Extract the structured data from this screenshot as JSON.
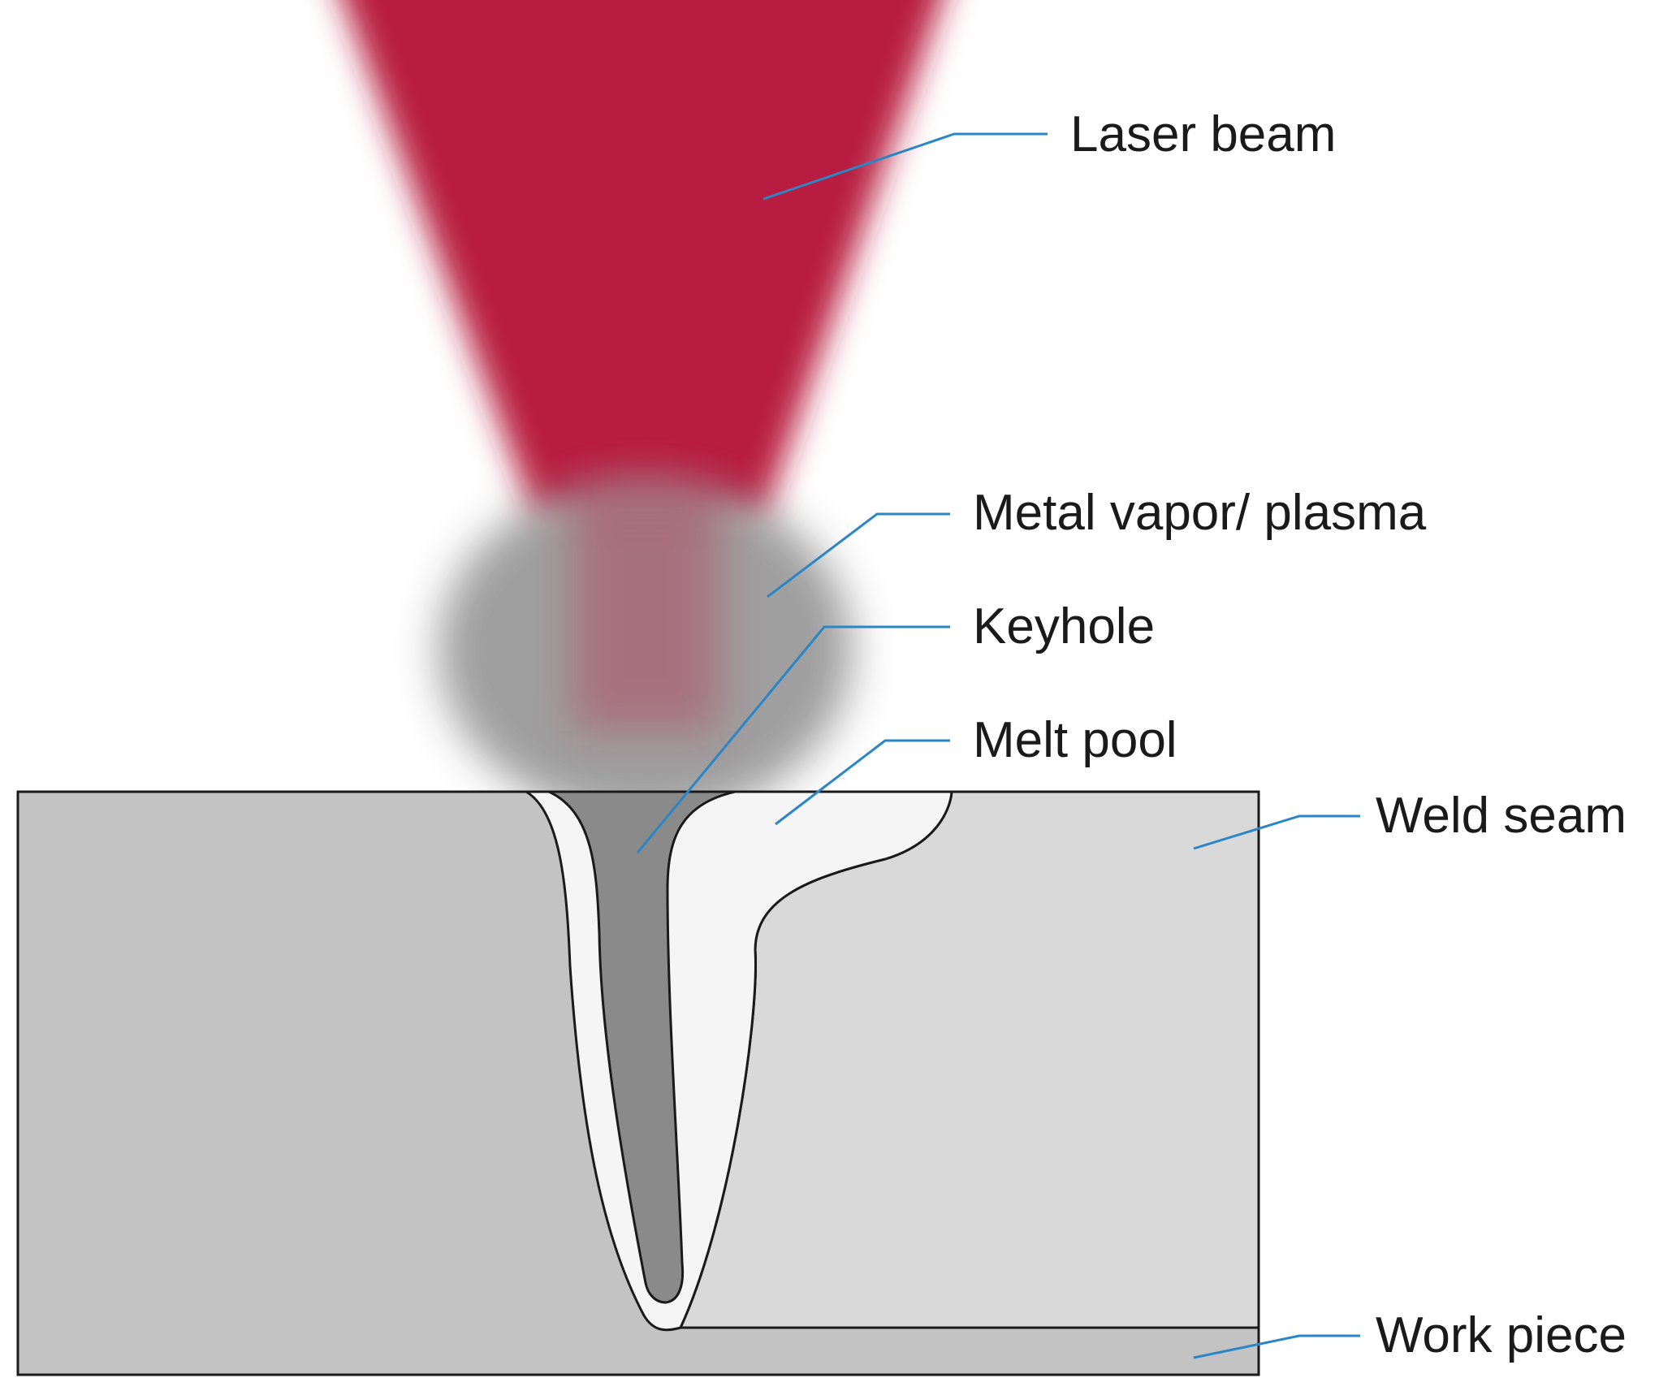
{
  "labels": {
    "laser_beam": "Laser beam",
    "metal_vapor": "Metal vapor/ plasma",
    "keyhole": "Keyhole",
    "melt_pool": "Melt pool",
    "weld_seam": "Weld seam",
    "work_piece": "Work piece"
  },
  "colors": {
    "laser": "#b81e40",
    "plasma": "#9a9a9a",
    "keyhole": "#8a8a8a",
    "melt_pool": "#f5f5f5",
    "weld_seam": "#d9d9d9",
    "work_piece": "#c4c3c4",
    "outline": "#1a1a1a",
    "leader_line": "#2a86c6"
  }
}
